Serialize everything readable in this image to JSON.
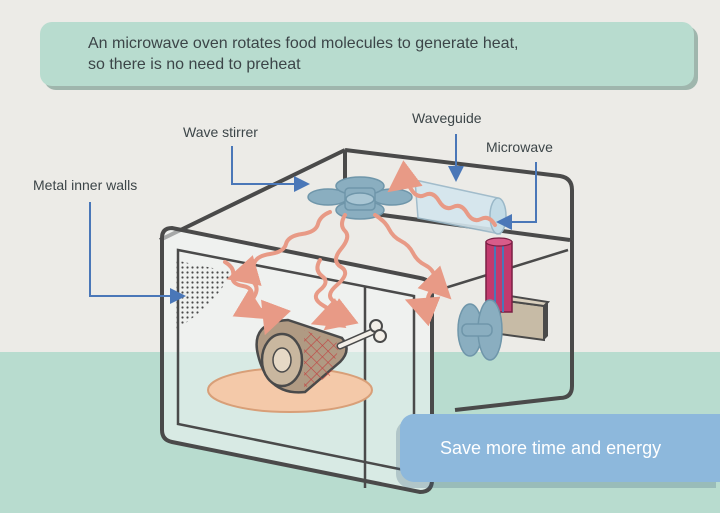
{
  "banner": {
    "line1": "An microwave oven rotates food molecules to generate heat,",
    "line2": "so there is no need to preheat"
  },
  "labels": {
    "metal_inner_walls": "Metal inner walls",
    "wave_stirrer": "Wave stirrer",
    "waveguide": "Waveguide",
    "microwave": "Microwave"
  },
  "footer": {
    "text": "Save more time and energy"
  },
  "colors": {
    "background": "#ecebe7",
    "floor": "#b8dccf",
    "banner": "#b8dccf",
    "footer": "#8db8dc",
    "microwave_waves": "#e89a86",
    "stirrer": "#8aaec0",
    "arrow": "#4a77b8",
    "magnetron": "#c23a6e",
    "oven_outline": "#4a4a4a",
    "plate": "#f4c9a9",
    "meat": "#b09a83"
  }
}
